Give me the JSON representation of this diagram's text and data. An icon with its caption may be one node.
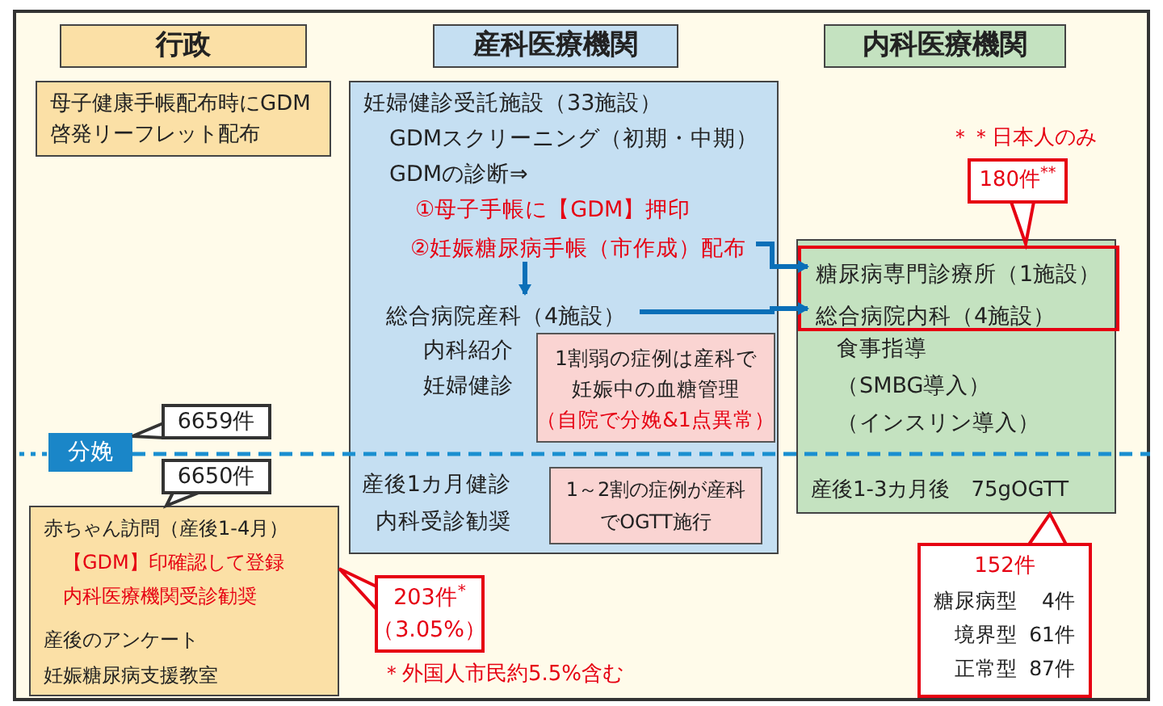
{
  "diagram": {
    "nodes": [
      {
        "text": [
          "行政"
        ]
      },
      {
        "text": [
          "産科医療機関"
        ]
      },
      {
        "text": [
          "内科医療機関"
        ]
      },
      {
        "text": [
          "母子健康手帳配布時にGDM啓発リーフレット配布"
        ]
      },
      {
        "text": [
          "妊婦健診受託施設（33施設）",
          "GDMスクリーニング（初期・中期）",
          "GDMの診断⇒",
          "①母子手帳に【GDM】押印"
        ]
      },
      {
        "text": [
          "②妊娠糖尿病手帳（市作成）配布"
        ],
        "in": 4
      },
      {
        "text": [
          "総合病院産科（4施設）"
        ],
        "in": 4
      },
      {
        "text": [
          "1割弱の症例は産科で妊娠中の血糖管理",
          "（自院で分娩&1点異常）"
        ],
        "in": 4
      },
      {
        "text": [
          "1～2割の症例が産科でOGTT施行"
        ],
        "in": 4
      },
      {
        "text": [
          "180件$^{**}$"
        ]
      },
      {
        "text": [
          "食事指導",
          "（SMBG導入）",
          "（インスリン導入）",
          "産後1-3カ月後　75gOGTT"
        ]
      },
      {
        "text": [],
        "shape": "box",
        "in": 10
      },
      {
        "text": [
          "糖尿病専門診療所（1施設）"
        ],
        "in": 11
      },
      {
        "text": [
          "総合病院内科（4施設）"
        ],
        "in": 11
      },
      {
        "text": [
          "分娩"
        ]
      },
      {
        "text": [
          "6659件"
        ]
      },
      {
        "text": [
          "6650件"
        ]
      },
      {
        "text": [
          "赤ちゃん訪問（産後1-4月）",
          "【GDM】印確認して登録内科医療機関受診勧奨",
          "産後のアンケート",
          "妊娠糖尿病支援教室"
        ]
      },
      {
        "text": [
          "203件$^{*}$",
          "（3.05%）"
        ]
      },
      {
        "text": [
          "152件",
          "糖尿病型",
          "4件",
          "境界型",
          "61件",
          "正常型",
          "87件"
        ]
      }
    ],
    "edges": [
      {
        "from": 5,
        "to": 6,
        "arrow": "to"
      },
      {
        "from": 5,
        "to": 12,
        "arrow": "to"
      },
      {
        "from": 6,
        "to": 13,
        "arrow": "to"
      },
      {
        "from": 9,
        "to": 11,
        "arrow": "to"
      },
      {
        "from": 15,
        "to": 14,
        "arrow": "to"
      },
      {
        "from": 16,
        "to": 17,
        "arrow": "to"
      },
      {
        "from": 18,
        "to": 17,
        "arrow": "to"
      },
      {
        "from": 19,
        "to": 10,
        "arrow": "to"
      }
    ],
    "labels": [
      "＊＊日本人のみ",
      "内科紹介妊婦健診",
      "産後1カ月健診内科受診勧奨",
      "＊外国人市民約5.5%含む"
    ]
  }
}
